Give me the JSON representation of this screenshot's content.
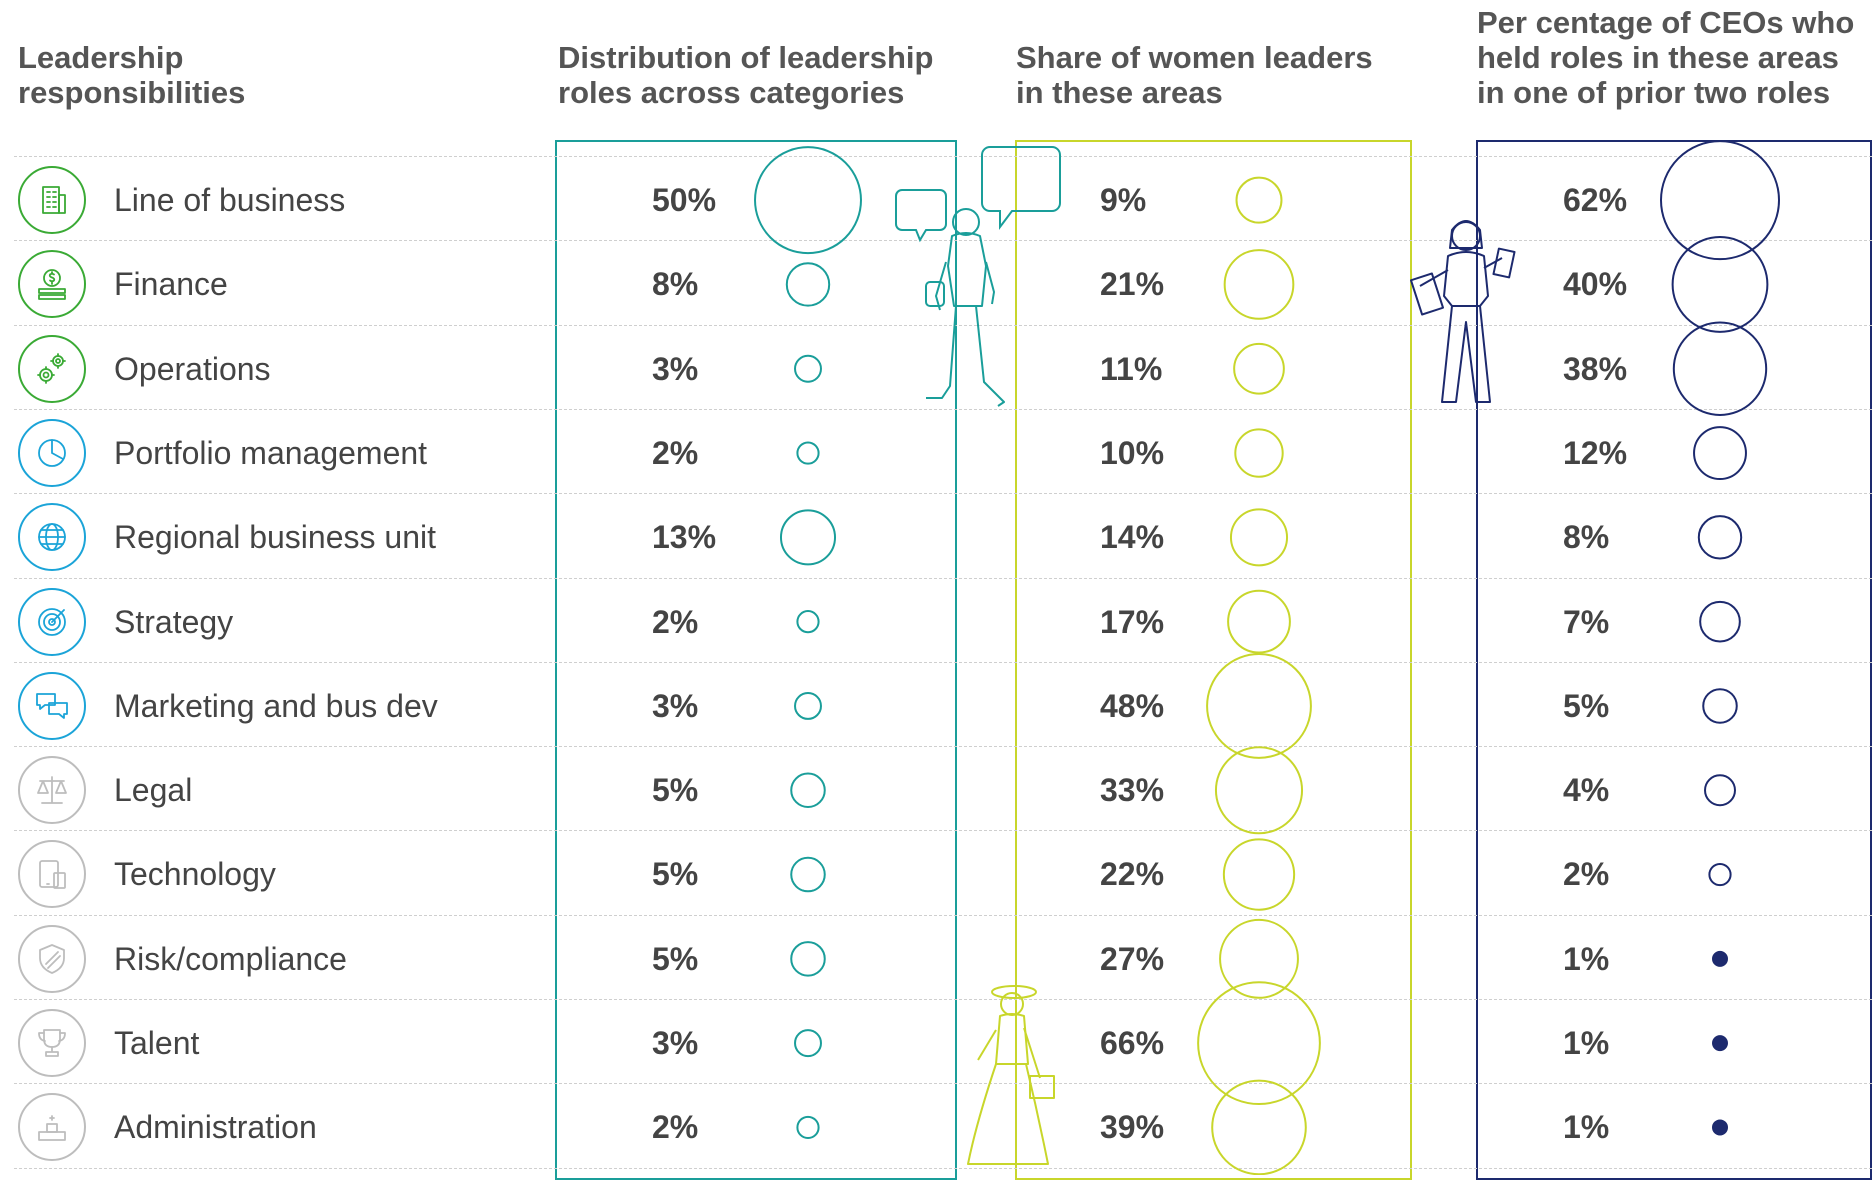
{
  "headers": {
    "leadership": "Leadership\nresponsibilities",
    "distribution": "Distribution of leadership\nroles across categories",
    "women": "Share of women leaders\nin these areas",
    "ceos": "Per centage of CEOs who\nheld roles in these areas\nin one of prior two roles"
  },
  "colors": {
    "distribution": "#1a9e9a",
    "women": "#c8d62b",
    "ceos": "#1d2a6e",
    "icon_green": "#3aaa35",
    "icon_blue": "#1ba4d8",
    "icon_gray": "#bdbdbd"
  },
  "rows": [
    {
      "label": "Line of business",
      "icon": "building-icon",
      "icon_color": "green",
      "dist": "50%",
      "women": "9%",
      "ceos": "62%"
    },
    {
      "label": "Finance",
      "icon": "money-icon",
      "icon_color": "green",
      "dist": "8%",
      "women": "21%",
      "ceos": "40%"
    },
    {
      "label": "Operations",
      "icon": "gears-icon",
      "icon_color": "green",
      "dist": "3%",
      "women": "11%",
      "ceos": "38%"
    },
    {
      "label": "Portfolio management",
      "icon": "pie-chart-icon",
      "icon_color": "blue",
      "dist": "2%",
      "women": "10%",
      "ceos": "12%"
    },
    {
      "label": "Regional business unit",
      "icon": "globe-icon",
      "icon_color": "blue",
      "dist": "13%",
      "women": "14%",
      "ceos": "8%"
    },
    {
      "label": "Strategy",
      "icon": "target-icon",
      "icon_color": "blue",
      "dist": "2%",
      "women": "17%",
      "ceos": "7%"
    },
    {
      "label": "Marketing and bus dev",
      "icon": "chat-bubbles-icon",
      "icon_color": "blue",
      "dist": "3%",
      "women": "48%",
      "ceos": "5%"
    },
    {
      "label": "Legal",
      "icon": "scales-icon",
      "icon_color": "gray",
      "dist": "5%",
      "women": "33%",
      "ceos": "4%"
    },
    {
      "label": "Technology",
      "icon": "devices-icon",
      "icon_color": "gray",
      "dist": "5%",
      "women": "22%",
      "ceos": "2%"
    },
    {
      "label": "Risk/compliance",
      "icon": "shield-icon",
      "icon_color": "gray",
      "dist": "5%",
      "women": "27%",
      "ceos": "1%"
    },
    {
      "label": "Talent",
      "icon": "trophy-icon",
      "icon_color": "gray",
      "dist": "3%",
      "women": "66%",
      "ceos": "1%"
    },
    {
      "label": "Administration",
      "icon": "podium-icon",
      "icon_color": "gray",
      "dist": "2%",
      "women": "39%",
      "ceos": "1%"
    }
  ],
  "chart_data": {
    "type": "table",
    "categories": [
      "Line of business",
      "Finance",
      "Operations",
      "Portfolio management",
      "Regional business unit",
      "Strategy",
      "Marketing and bus dev",
      "Legal",
      "Technology",
      "Risk/compliance",
      "Talent",
      "Administration"
    ],
    "series": [
      {
        "name": "Distribution of leadership roles across categories",
        "values": [
          50,
          8,
          3,
          2,
          13,
          2,
          3,
          5,
          5,
          5,
          3,
          2
        ]
      },
      {
        "name": "Share of women leaders in these areas",
        "values": [
          9,
          21,
          11,
          10,
          14,
          17,
          48,
          33,
          22,
          27,
          66,
          39
        ]
      },
      {
        "name": "Per centage of CEOs who held roles in these areas in one of prior two roles",
        "values": [
          62,
          40,
          38,
          12,
          8,
          7,
          5,
          4,
          2,
          1,
          1,
          1
        ]
      }
    ]
  }
}
